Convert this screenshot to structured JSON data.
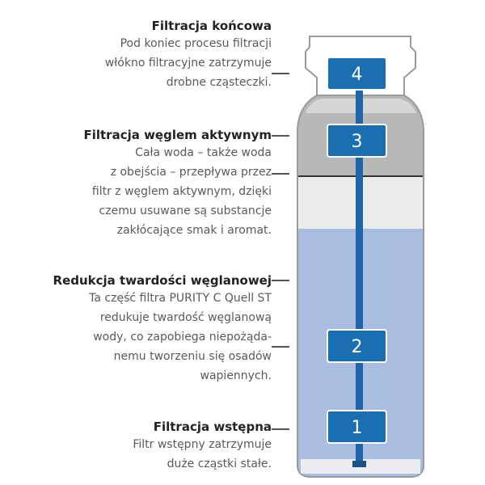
{
  "stages": [
    {
      "title": "Filtracja końcowa",
      "lines": [
        "Pod koniec procesu filtracji",
        "włókno filtracyjne zatrzymuje",
        "drobne cząsteczki."
      ],
      "number": "4"
    },
    {
      "title": "Filtracja węglem aktywnym",
      "lines": [
        "Cała woda – także woda",
        "z obejścia  – przepływa przez",
        "filtr z węglem aktywnym, dzięki",
        "czemu usuwane są substancje",
        "zakłócające smak i aromat."
      ],
      "number": "3"
    },
    {
      "title": "Redukcja twardości węglanowej",
      "lines": [
        "Ta część filtra PURITY C Quell ST",
        "redukuje twardość węglanową",
        "wody, co zapobiega niepożąda-",
        "nemu tworzeniu się osadów",
        "wapiennych."
      ],
      "number": "2"
    },
    {
      "title": "Filtracja wstępna",
      "lines": [
        "Filtr wstępny zatrzymuje",
        "duże cząstki stałe."
      ],
      "number": "1"
    }
  ],
  "colors": {
    "badge": "#1a6fb3",
    "tube": "#1f63a8",
    "water": "#a9bde0",
    "carbon": "#b5b5b5",
    "fiber": "#ebebeb"
  }
}
